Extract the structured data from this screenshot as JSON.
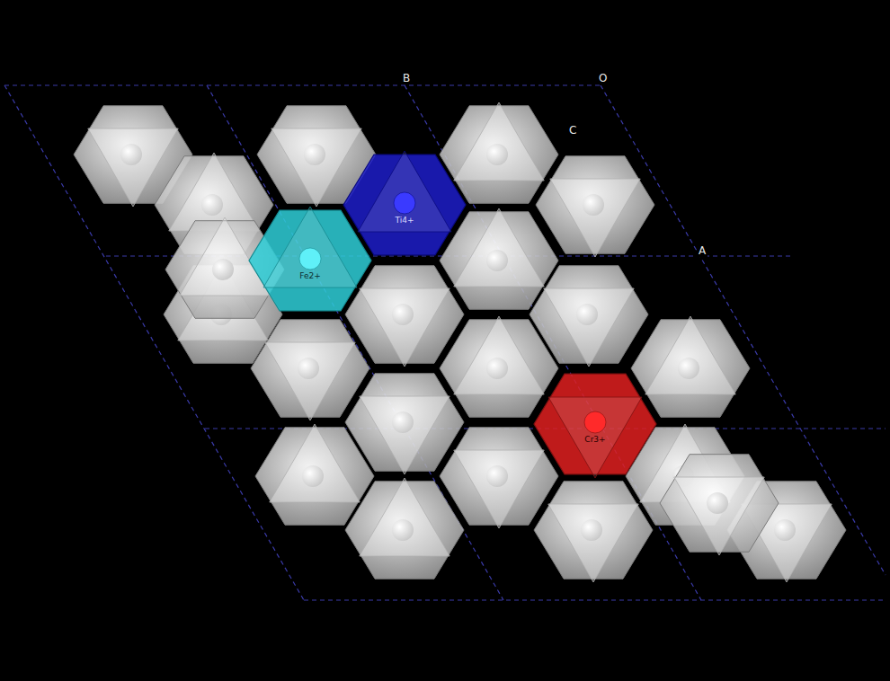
{
  "diagram": {
    "nodes": [
      {
        "text": [
          "Ti4+"
        ]
      },
      {
        "text": [
          "Fe2+"
        ]
      },
      {
        "text": [
          "Cr3+"
        ]
      }
    ],
    "labels": [
      "B",
      "O",
      "C",
      "A"
    ]
  }
}
